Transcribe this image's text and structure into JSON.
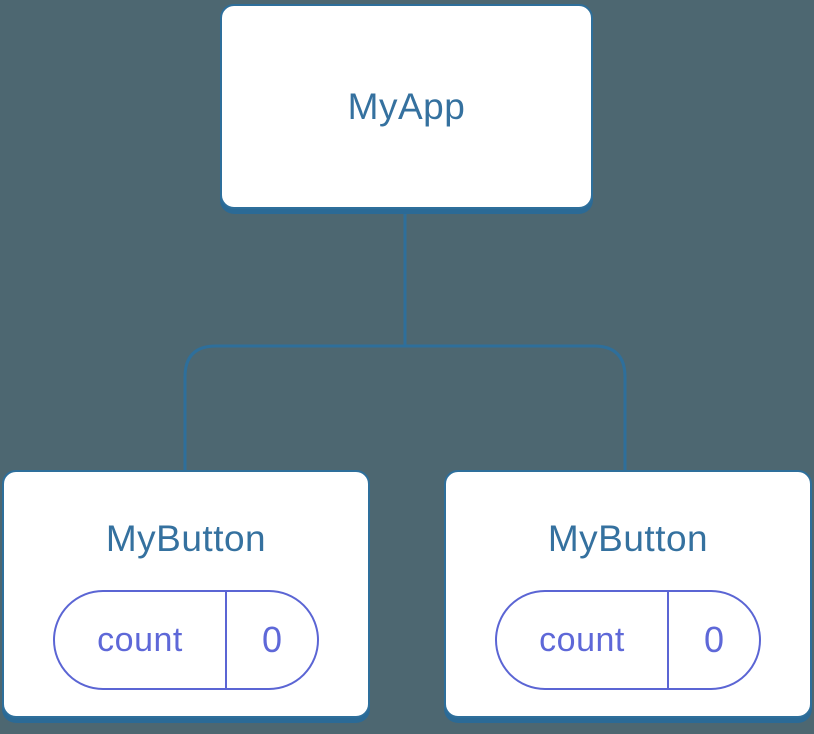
{
  "diagram": {
    "title": "component-tree",
    "root": {
      "label": "MyApp"
    },
    "children": [
      {
        "label": "MyButton",
        "state": {
          "key": "count",
          "value": "0"
        }
      },
      {
        "label": "MyButton",
        "state": {
          "key": "count",
          "value": "0"
        }
      }
    ]
  },
  "colors": {
    "background": "#4D6771",
    "card_background": "#FFFFFF",
    "card_border": "#2E6F9B",
    "card_shadow": "#2B6A96",
    "connector_line": "#2E6F9B",
    "component_label_text": "#35719F",
    "state_accent": "#5B65D4",
    "state_text": "#5E68D8"
  }
}
